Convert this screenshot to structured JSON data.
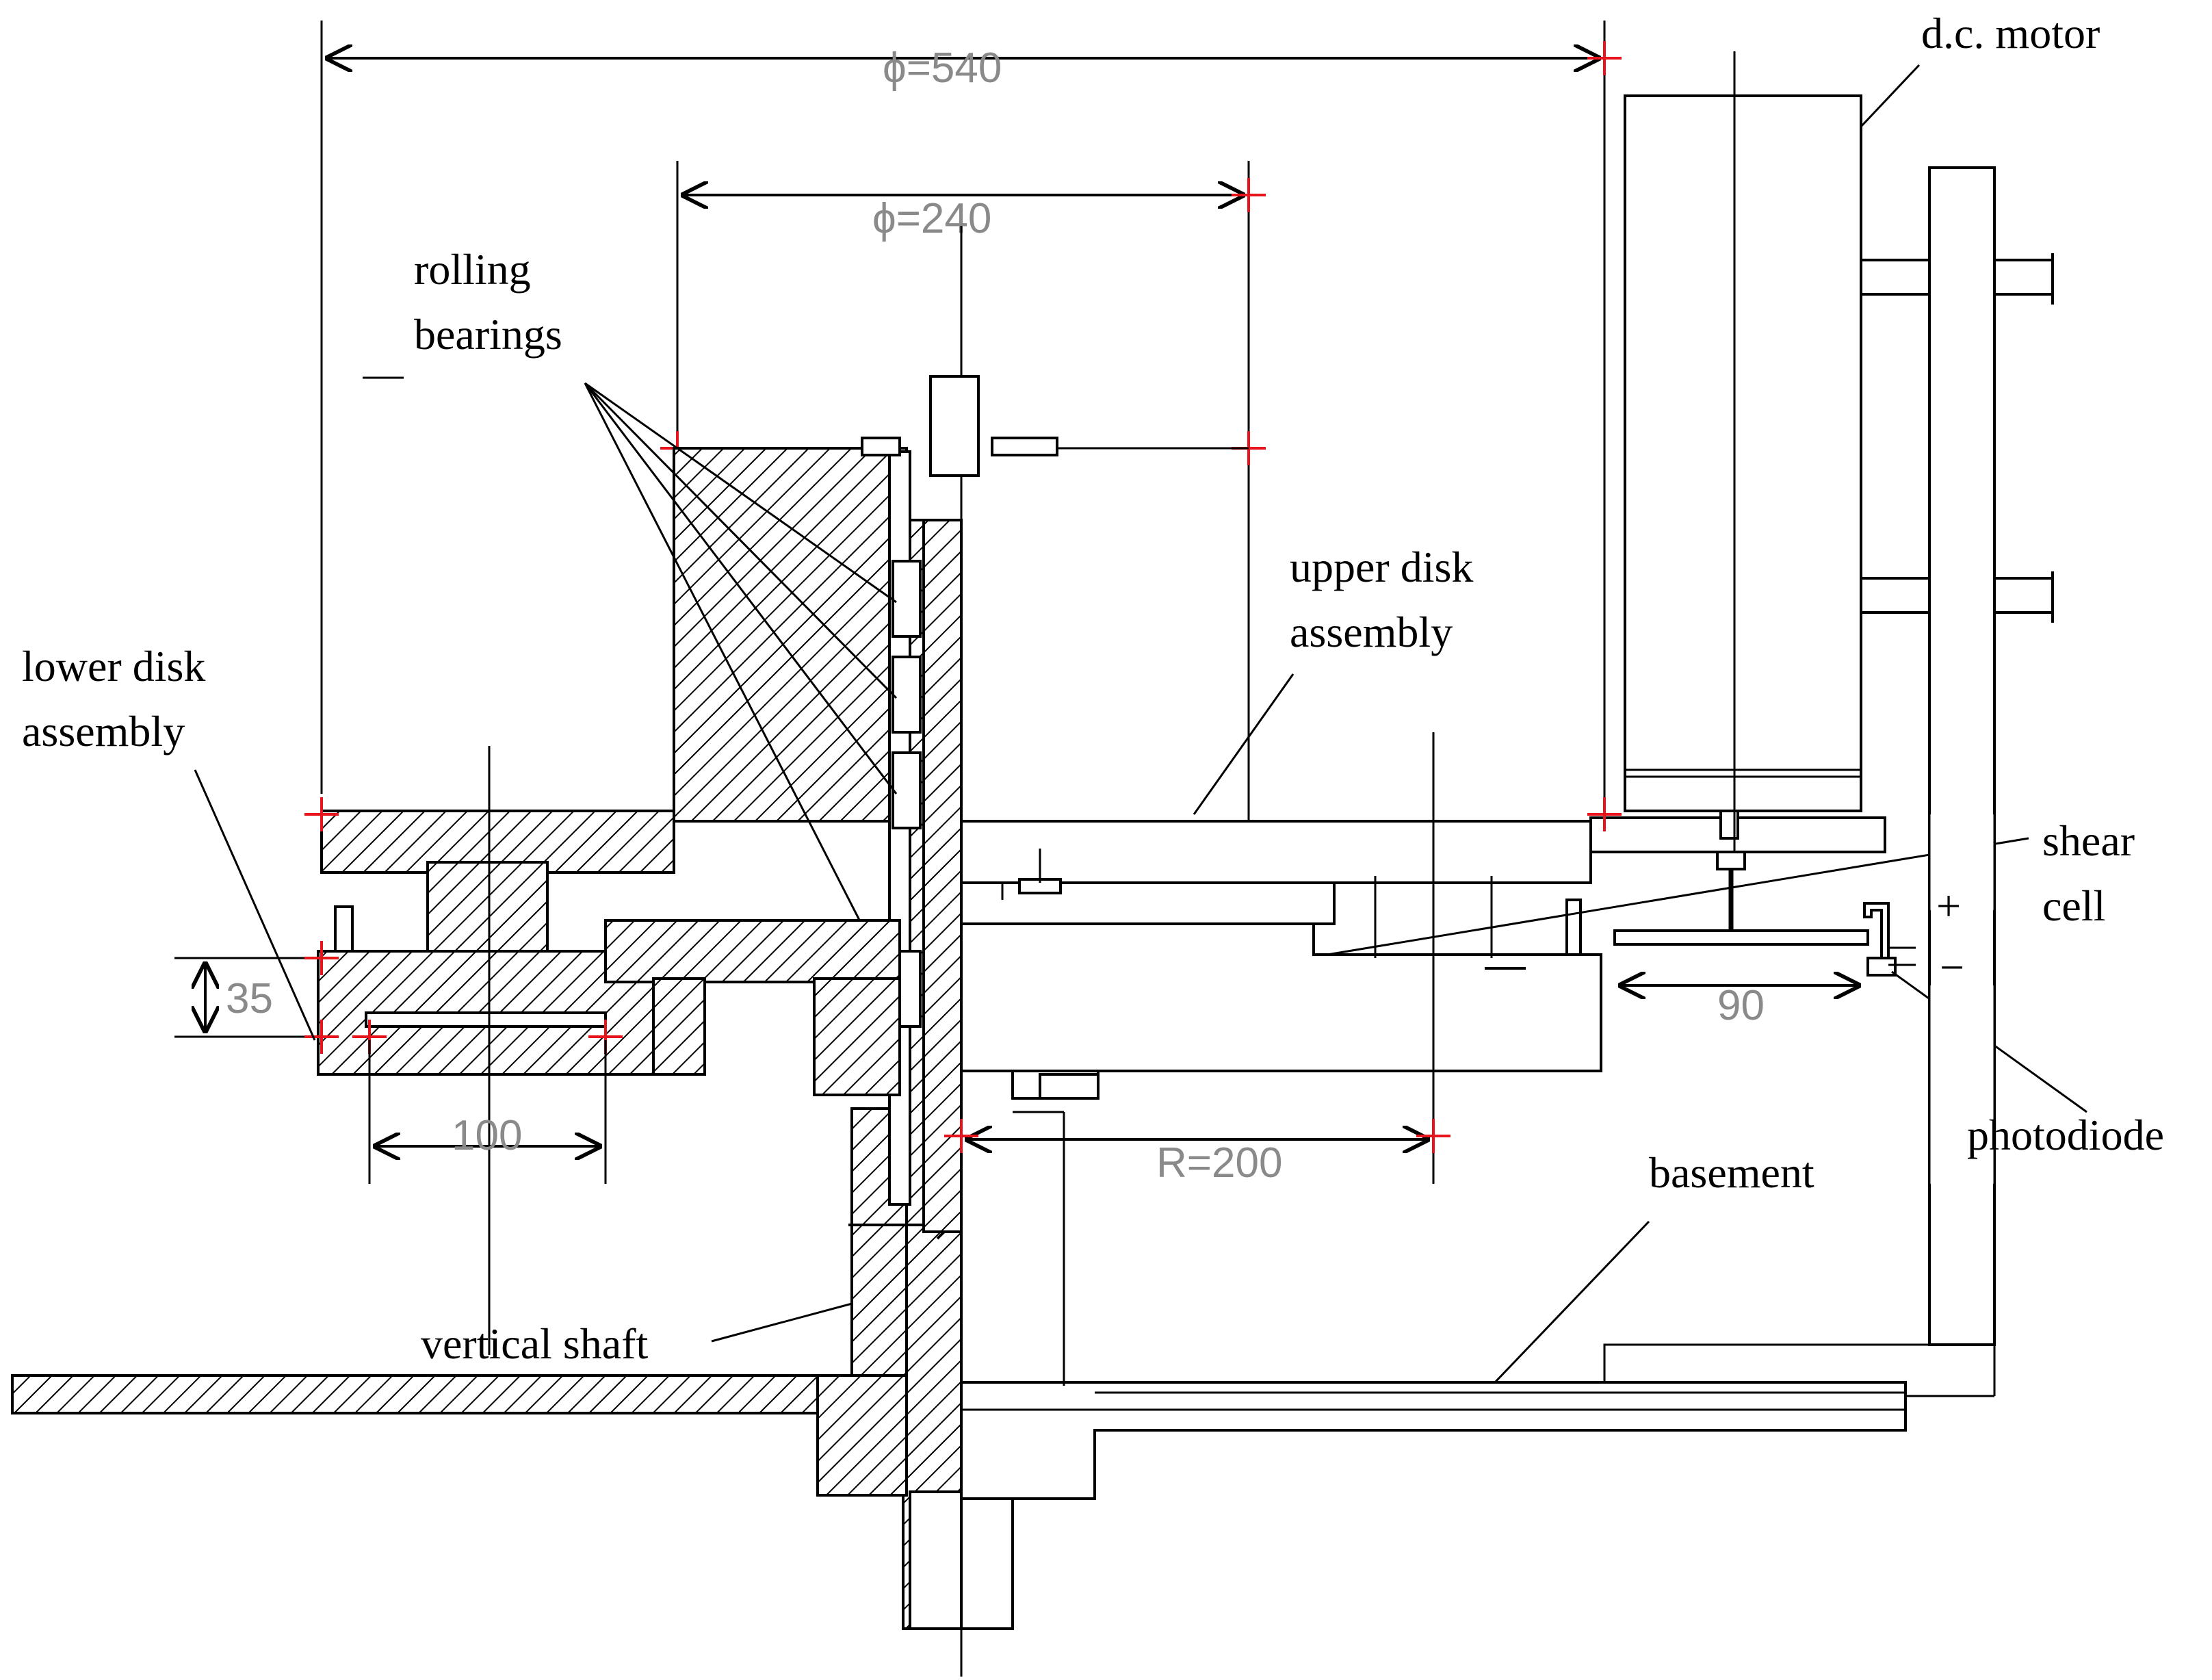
{
  "labels": {
    "dc_motor": "d.c. motor",
    "rolling_bearings_1": "rolling",
    "rolling_bearings_2": "bearings",
    "upper_disk_1": "upper disk",
    "upper_disk_2": "assembly",
    "lower_disk_1": "lower disk",
    "lower_disk_2": "assembly",
    "shear_cell_1": "shear",
    "shear_cell_2": "cell",
    "photodiode": "photodiode",
    "basement": "basement",
    "vertical_shaft": "vertical shaft",
    "plus": "+",
    "minus": "−"
  },
  "dimensions": {
    "phi_540": "ϕ=540",
    "phi_240": "ϕ=240",
    "d_35": "35",
    "d_100": "100",
    "r_200": "R=200",
    "d_90": "90"
  },
  "colors": {
    "line": "#000000",
    "dimension_text": "#8a8a8a",
    "marker": "#e8141b"
  }
}
